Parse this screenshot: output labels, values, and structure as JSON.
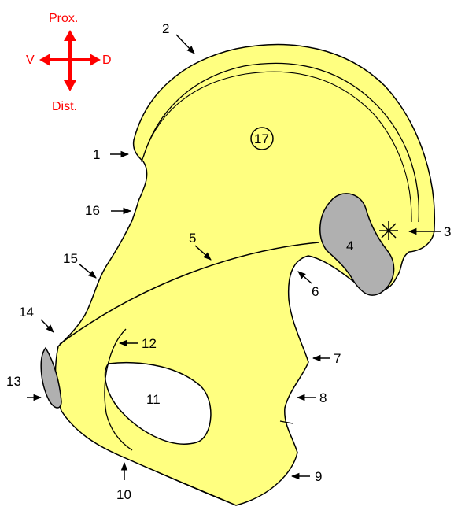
{
  "orientation": {
    "prox": "Prox.",
    "dist": "Dist.",
    "ventral": "V",
    "dorsal": "D",
    "color": "#ff0000"
  },
  "colors": {
    "bone_fill": "#ffff80",
    "cartilage_fill": "#b0b0b0",
    "outline": "#000000"
  },
  "labels": {
    "l1": "1",
    "l2": "2",
    "l3": "3",
    "l4": "4",
    "l5": "5",
    "l6": "6",
    "l7": "7",
    "l8": "8",
    "l9": "9",
    "l10": "10",
    "l11": "11",
    "l12": "12",
    "l13": "13",
    "l14": "14",
    "l15": "15",
    "l16": "16",
    "l17": "17"
  }
}
